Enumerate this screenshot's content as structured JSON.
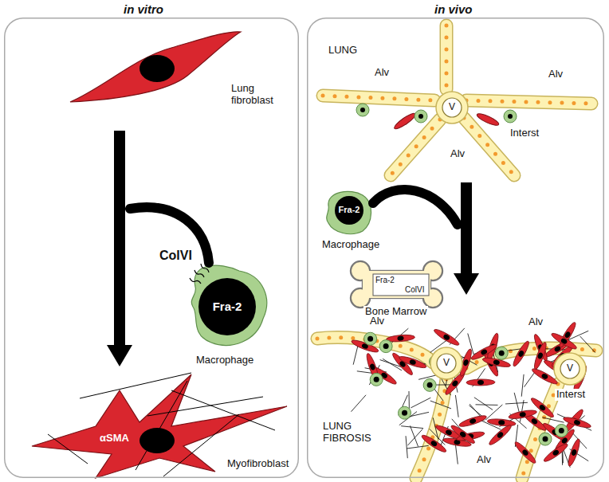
{
  "diagram": {
    "nodes": [
      {
        "text": [
          "in vitro"
        ]
      },
      {
        "text": [
          "in vivo"
        ]
      },
      {
        "text": [
          "Lung fibroblast"
        ],
        "in": 0
      },
      {
        "text": [
          "Fra-2",
          "Macrophage"
        ],
        "in": 0
      },
      {
        "text": [
          "αSMA",
          "Myofibroblast"
        ],
        "in": 0
      },
      {
        "text": [
          "LUNG"
        ],
        "in": 1
      },
      {
        "text": [
          "Fra-2",
          "Macrophage"
        ],
        "in": 1
      },
      {
        "text": [
          "Fra-2",
          "ColVI",
          "Bone Marrow"
        ],
        "in": 1
      },
      {
        "text": [
          "LUNG FIBROSIS"
        ],
        "in": 1
      }
    ],
    "edges": [
      {
        "from": 2,
        "to": 4,
        "arrow": "to"
      },
      {
        "from": 5,
        "to": 8,
        "arrow": "to"
      }
    ],
    "labels": [
      "ColVI",
      "Alv",
      "Alv",
      "V",
      "Alv",
      "Interst",
      "Alv",
      "Alv",
      "V",
      "V",
      "Interst",
      "Alv"
    ]
  }
}
